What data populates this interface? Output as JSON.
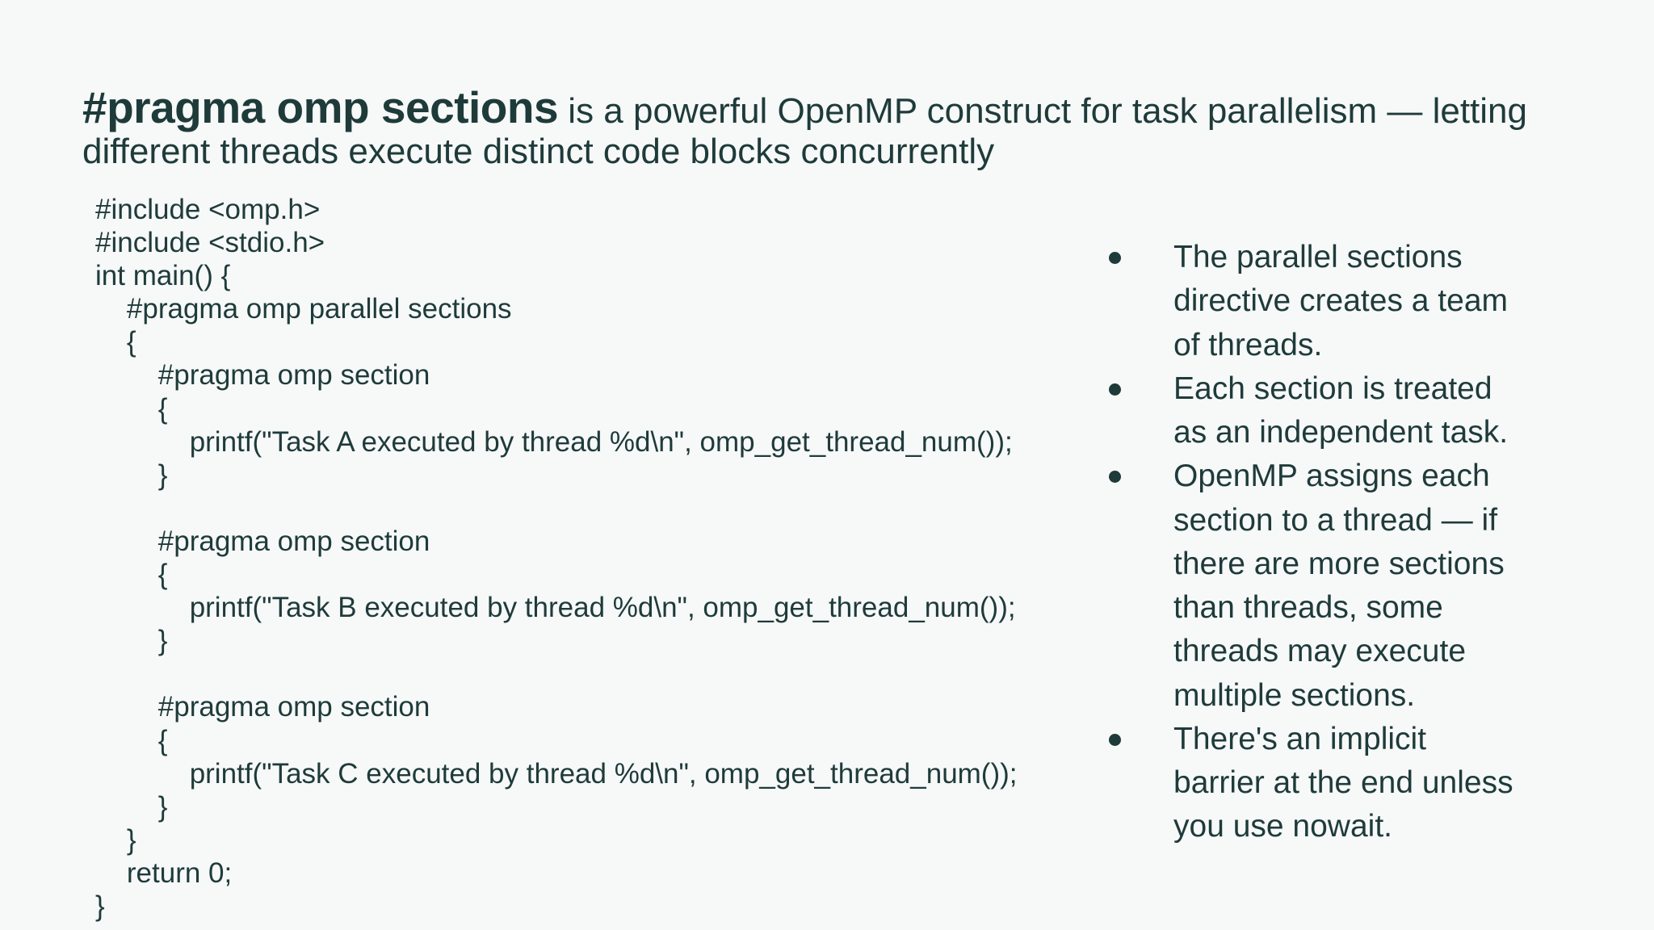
{
  "page": {
    "background": "#f7f8f8",
    "text_color": "#1e3b3a"
  },
  "title": {
    "highlight": "#pragma omp sections",
    "rest_line1": " is a powerful OpenMP construct for task parallelism — letting",
    "line2": "different threads execute distinct code blocks concurrently"
  },
  "code": {
    "lines": [
      "#include <omp.h>",
      "#include <stdio.h>",
      "int main() {",
      "    #pragma omp parallel sections",
      "    {",
      "        #pragma omp section",
      "        {",
      "            printf(\"Task A executed by thread %d\\n\", omp_get_thread_num());",
      "        }",
      "",
      "        #pragma omp section",
      "        {",
      "            printf(\"Task B executed by thread %d\\n\", omp_get_thread_num());",
      "        }",
      "",
      "        #pragma omp section",
      "        {",
      "            printf(\"Task C executed by thread %d\\n\", omp_get_thread_num());",
      "        }",
      "    }",
      "    return 0;",
      "}"
    ]
  },
  "bullets": {
    "items": [
      "The parallel sections directive creates a team of threads.",
      "Each section is treated as an independent task.",
      "OpenMP assigns each section to a thread — if there are more sections than threads, some threads may execute multiple sections.",
      "There's an implicit barrier at the end unless you use nowait."
    ]
  }
}
